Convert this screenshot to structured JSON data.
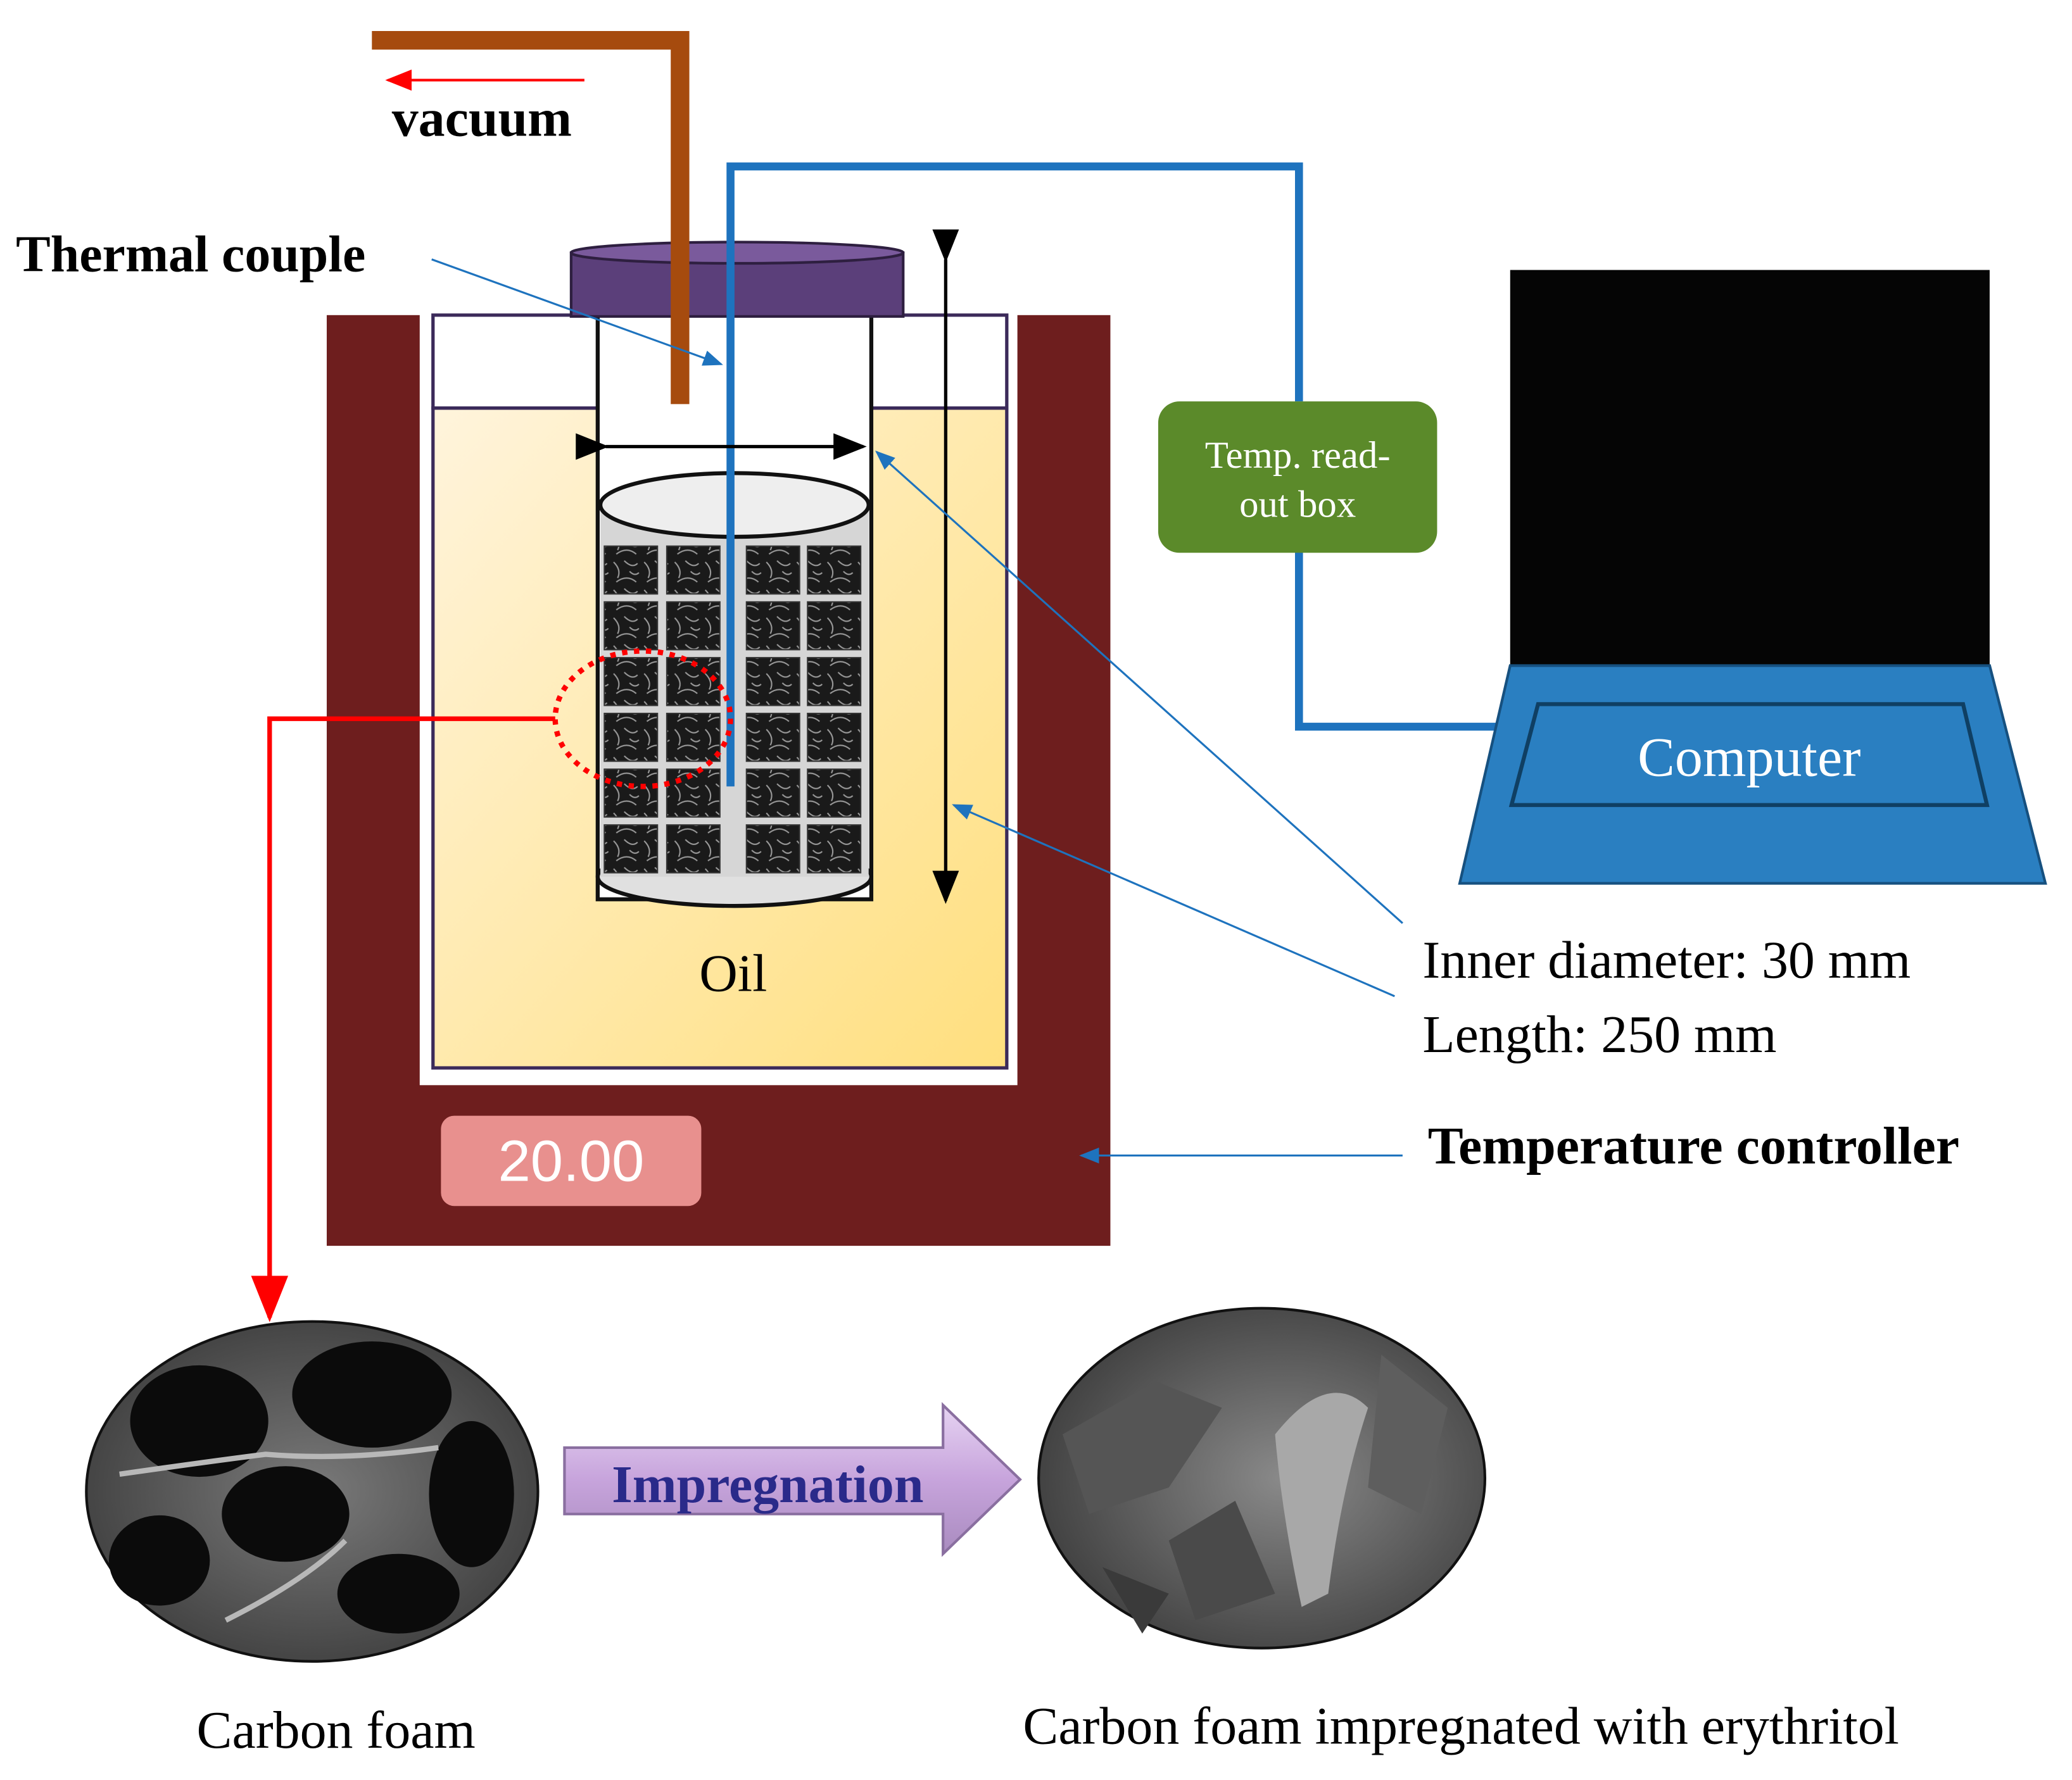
{
  "labels": {
    "vacuum": "vacuum",
    "thermal_couple": "Thermal couple",
    "temp_box_line1": "Temp. read-",
    "temp_box_line2": "out box",
    "computer": "Computer",
    "oil": "Oil",
    "inner_diameter": "Inner diameter: 30 mm",
    "length": "Length: 250 mm",
    "temperature_controller": "Temperature controller",
    "display_value": "20.00",
    "impregnation": "Impregnation",
    "carbon_foam": "Carbon foam",
    "carbon_foam_impregnated": "Carbon foam impregnated with erythritol"
  },
  "colors": {
    "vacuum_pipe": "#a64b0e",
    "vacuum_arrow": "#ff0000",
    "lid": "#5b3f7a",
    "thermocouple_wire": "#1e73be",
    "controller_body": "#6e1e1e",
    "oil_light": "#fff2d6",
    "oil_dark": "#ffdf80",
    "display_bg": "#e8908e",
    "temp_box": "#5b8a2a",
    "computer_screen": "#050505",
    "computer_base": "#2a7fc1",
    "zoom_circle": "#ff0000",
    "impregnation_arrow": "#c9a8dd"
  },
  "icons": {
    "computer": "laptop-icon",
    "impregnation": "right-arrow-icon"
  }
}
